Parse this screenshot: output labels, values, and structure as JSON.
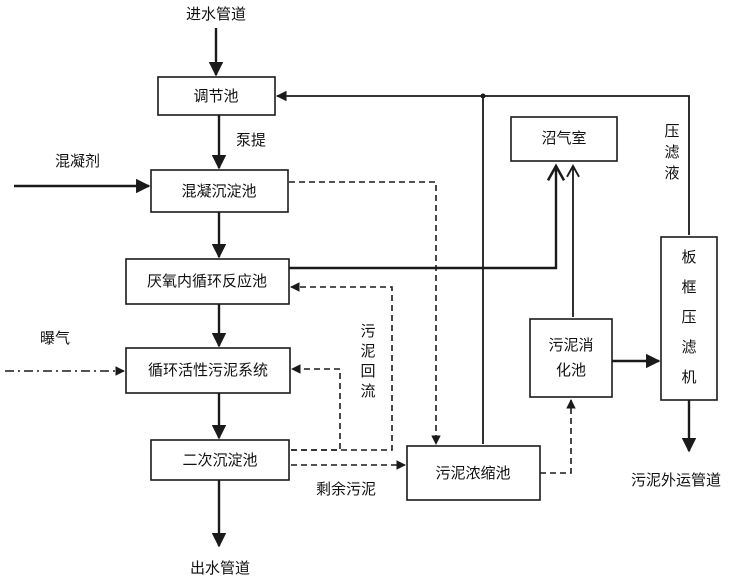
{
  "labels": {
    "inlet": "进水管道",
    "outlet": "出水管道",
    "pump": "泵提",
    "coagulant": "混凝剂",
    "aeration": "曝气",
    "excess_sludge": "剩余污泥",
    "sludge_disposal": "污泥外运管道",
    "sludge_return": [
      "污",
      "泥",
      "回",
      "流"
    ],
    "filtrate": [
      "压",
      "滤",
      "液"
    ]
  },
  "nodes": {
    "regulating": "调节池",
    "coag_sed": "混凝沉淀池",
    "anaerobic": "厌氧内循环反应池",
    "activated": "循环活性污泥系统",
    "secondary": "二次沉淀池",
    "thickener": "污泥浓缩池",
    "biogas": "沼气室",
    "digester": [
      "污泥消",
      "化池"
    ],
    "filter_press": [
      "板",
      "框",
      "压",
      "滤",
      "机"
    ]
  },
  "colors": {
    "stroke": "#1a1a1a",
    "text": "#111111",
    "background": "#ffffff"
  }
}
